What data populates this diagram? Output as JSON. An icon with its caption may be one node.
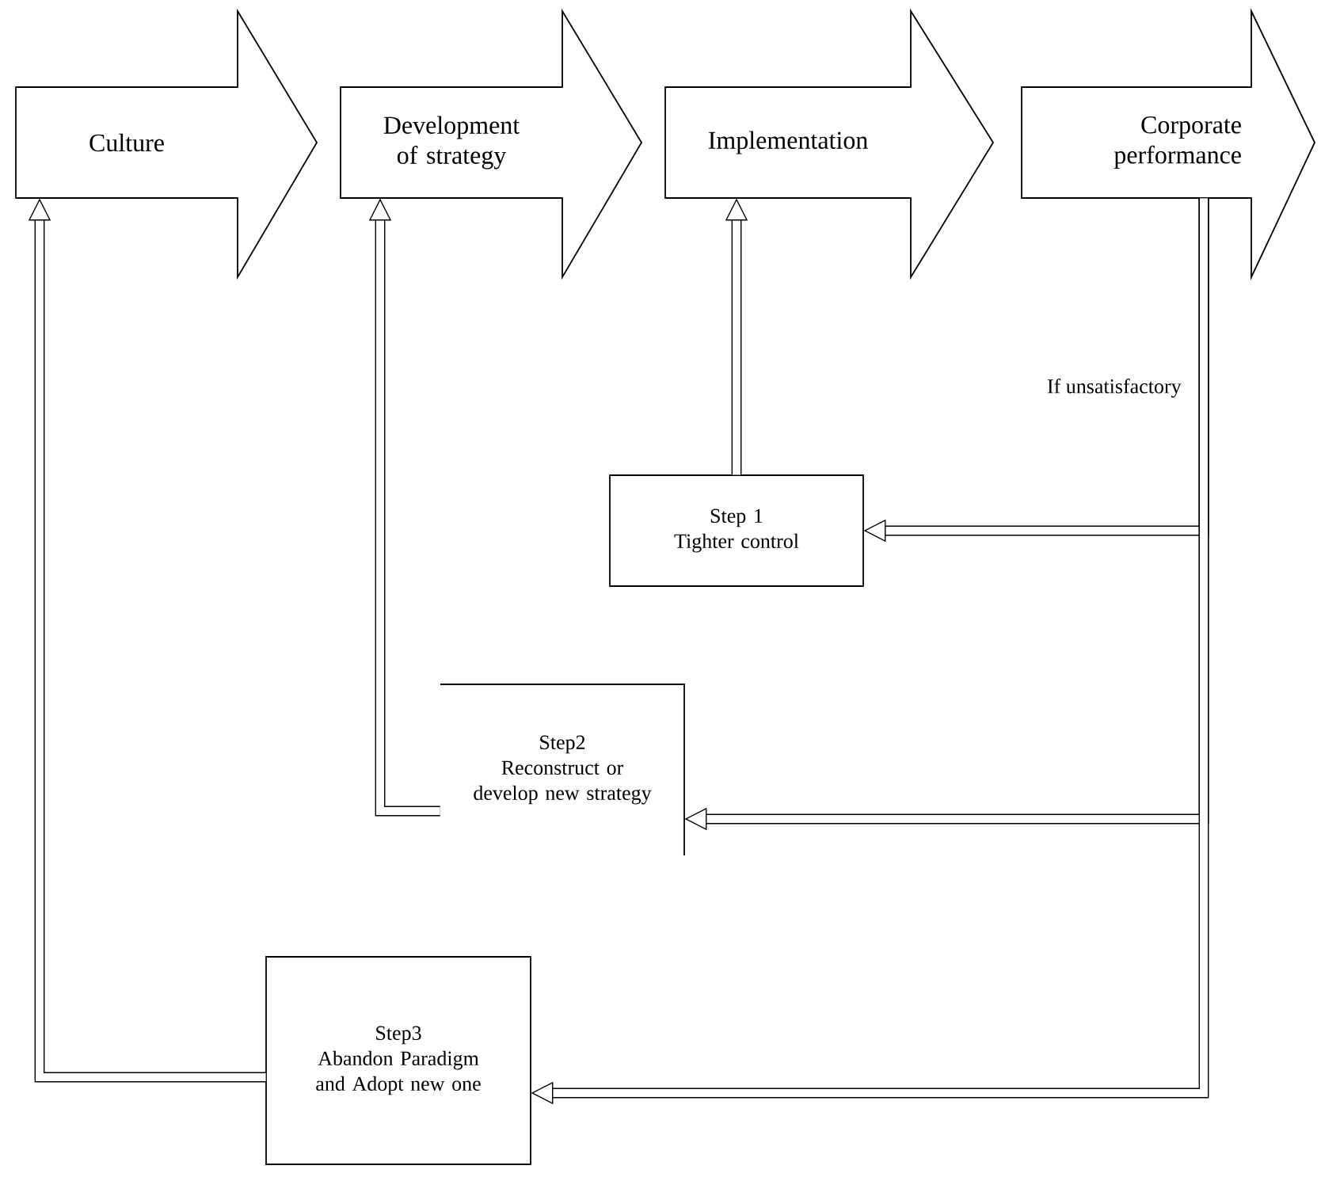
{
  "diagram": {
    "nodes": [
      {
        "text": [
          "Culture"
        ]
      },
      {
        "text": [
          "Development of strategy"
        ]
      },
      {
        "text": [
          "Implementation"
        ]
      },
      {
        "text": [
          "Corporate performance"
        ]
      },
      {
        "text": [
          "Step 1",
          "Tighter control"
        ]
      },
      {
        "text": [
          "Step2",
          "Reconstruct or develop new strategy"
        ]
      },
      {
        "text": [
          "Step3",
          "Abandon Paradigm and Adopt new one"
        ]
      }
    ],
    "edges": [
      {
        "from": 3,
        "to": 4,
        "arrow": "to",
        "label": "If unsatisfactory"
      },
      {
        "from": 3,
        "to": 5,
        "arrow": "to"
      },
      {
        "from": 3,
        "to": 6,
        "arrow": "to"
      },
      {
        "from": 4,
        "to": 2,
        "arrow": "to"
      },
      {
        "from": 5,
        "to": 1,
        "arrow": "to"
      },
      {
        "from": 6,
        "to": 0,
        "arrow": "to"
      }
    ]
  }
}
